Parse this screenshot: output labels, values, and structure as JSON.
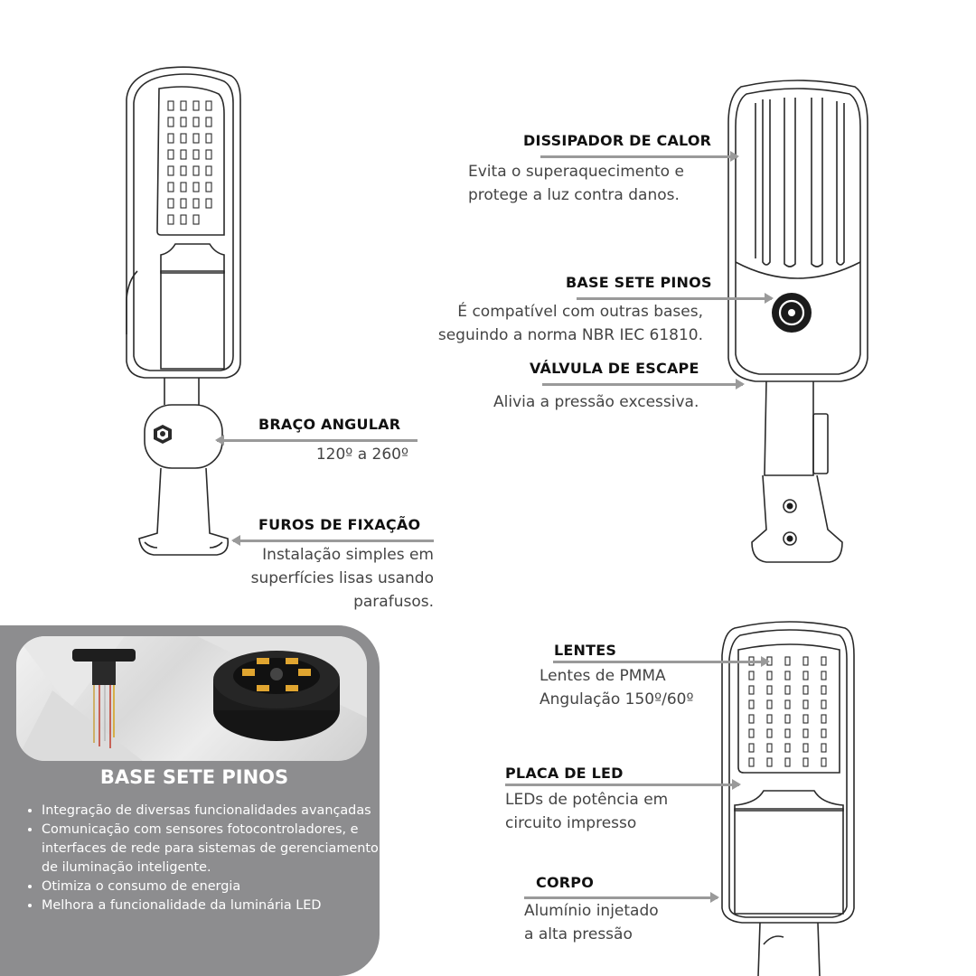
{
  "callouts": {
    "dissipador": {
      "title": "DISSIPADOR DE CALOR",
      "desc": [
        "Evita o superaquecimento e",
        "protege a luz contra danos."
      ]
    },
    "base_sete_pinos": {
      "title": "BASE SETE PINOS",
      "desc": [
        "É compatível com outras bases,",
        "seguindo a norma NBR IEC 61810."
      ]
    },
    "valvula": {
      "title": "VÁLVULA DE ESCAPE",
      "desc": [
        "Alivia a pressão excessiva."
      ]
    },
    "braco": {
      "title": "BRAÇO ANGULAR",
      "desc": [
        "120º a 260º"
      ]
    },
    "furos": {
      "title": "FUROS DE FIXAÇÃO",
      "desc": [
        "Instalação simples em",
        "superfícies lisas usando",
        "parafusos."
      ]
    },
    "lentes": {
      "title": "LENTES",
      "desc": [
        "Lentes de PMMA",
        "Angulação 150º/60º"
      ]
    },
    "placa": {
      "title": "PLACA DE LED",
      "desc": [
        "LEDs de potência em",
        "circuito impresso"
      ]
    },
    "corpo": {
      "title": "CORPO",
      "desc": [
        "Alumínio injetado",
        "a alta pressão"
      ]
    }
  },
  "panel": {
    "title": "BASE SETE PINOS",
    "bullets": [
      "Integração de diversas funcionalidades avançadas",
      "Comunicação com sensores fotocontroladores, e interfaces de rede para sistemas de gerenciamento de iluminação inteligente.",
      "Otimiza o consumo de energia",
      "Melhora a funcionalidade da luminária LED"
    ]
  },
  "colors": {
    "panel_bg": "#8d8d8f",
    "line": "#9a9a9a",
    "title": "#111111"
  }
}
